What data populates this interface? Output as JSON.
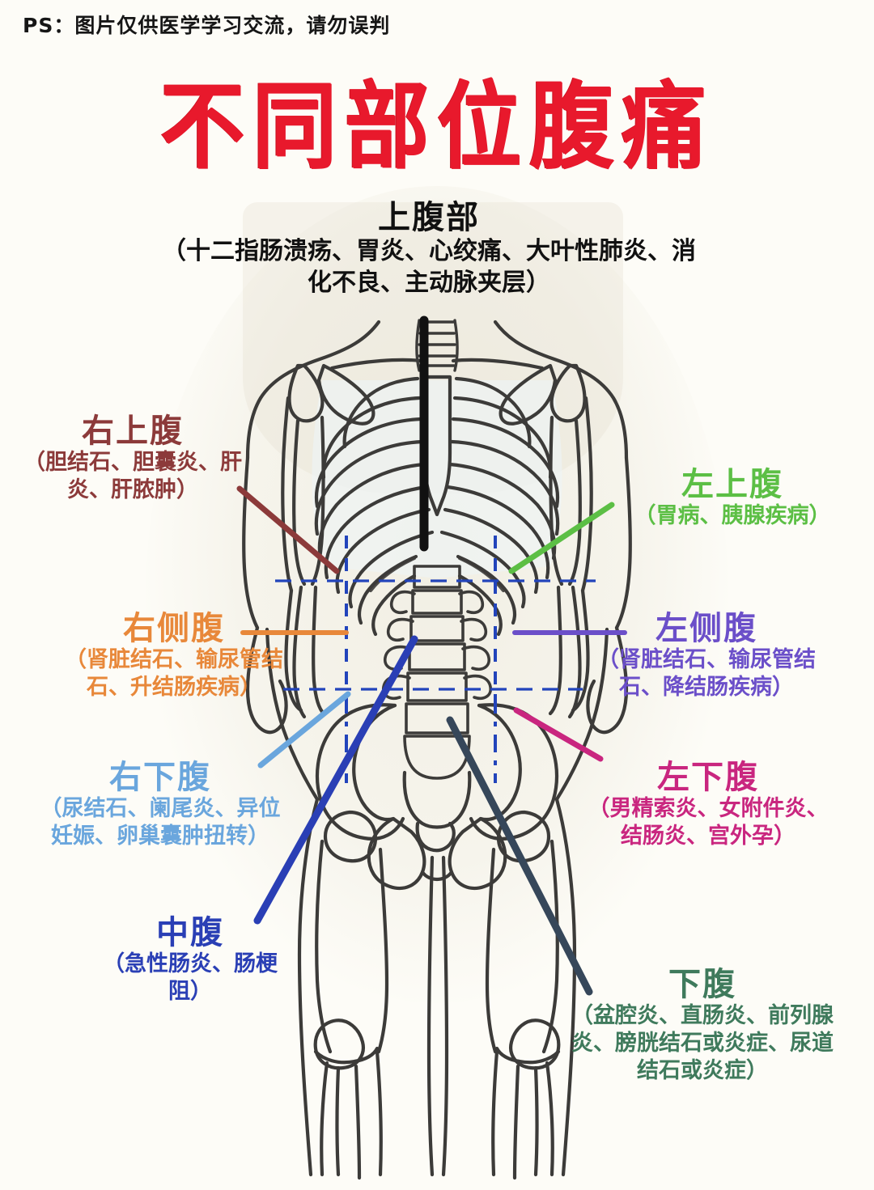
{
  "disclaimer": "PS：图片仅供医学学习交流，请勿误判",
  "title": "不同部位腹痛",
  "colors": {
    "title": "#e8192c",
    "background": "#fdfcf7",
    "bone": "#3c3b39",
    "grid_dash": "#2244bb",
    "epigastric": "#111111",
    "right_upper": "#8c3a3a",
    "left_upper": "#5cbf45",
    "right_flank": "#e8883a",
    "left_flank": "#6b4fc9",
    "right_lower": "#6aa6dd",
    "left_lower": "#c9267f",
    "central": "#2a3fb5",
    "hypogastric": "#3f7a5c"
  },
  "regions": [
    {
      "key": "epigastric",
      "name": "上腹部",
      "conditions": "（十二指肠溃疡、胃炎、心绞痛、大叶性肺炎、消化不良、主动脉夹层）",
      "color": "#111111"
    },
    {
      "key": "right_upper",
      "name": "右上腹",
      "conditions": "（胆结石、胆囊炎、肝炎、肝脓肿）",
      "color": "#8c3a3a"
    },
    {
      "key": "left_upper",
      "name": "左上腹",
      "conditions": "（胃病、胰腺疾病）",
      "color": "#5cbf45"
    },
    {
      "key": "right_flank",
      "name": "右侧腹",
      "conditions": "（肾脏结石、输尿管结石、升结肠疾病）",
      "color": "#e8883a"
    },
    {
      "key": "left_flank",
      "name": "左侧腹",
      "conditions": "（肾脏结石、输尿管结石、降结肠疾病）",
      "color": "#6b4fc9"
    },
    {
      "key": "right_lower",
      "name": "右下腹",
      "conditions": "（尿结石、阑尾炎、异位妊娠、卵巢囊肿扭转）",
      "color": "#6aa6dd"
    },
    {
      "key": "left_lower",
      "name": "左下腹",
      "conditions": "（男精索炎、女附件炎、结肠炎、宫外孕）",
      "color": "#c9267f"
    },
    {
      "key": "central",
      "name": "中腹",
      "conditions": "（急性肠炎、肠梗阻）",
      "color": "#2a3fb5"
    },
    {
      "key": "hypogastric",
      "name": "下腹",
      "conditions": "（盆腔炎、直肠炎、前列腺炎、膀胱结石或炎症、尿道结石或炎症）",
      "color": "#3f7a5c"
    }
  ],
  "diagram": {
    "type": "anatomical-skeleton-front-view",
    "description": "人体骨骼正面观，含锁骨、肩胛骨、肋骨、脊柱、骨盆、股骨、膝关节",
    "grid": "九分法腹部分区虚线"
  }
}
